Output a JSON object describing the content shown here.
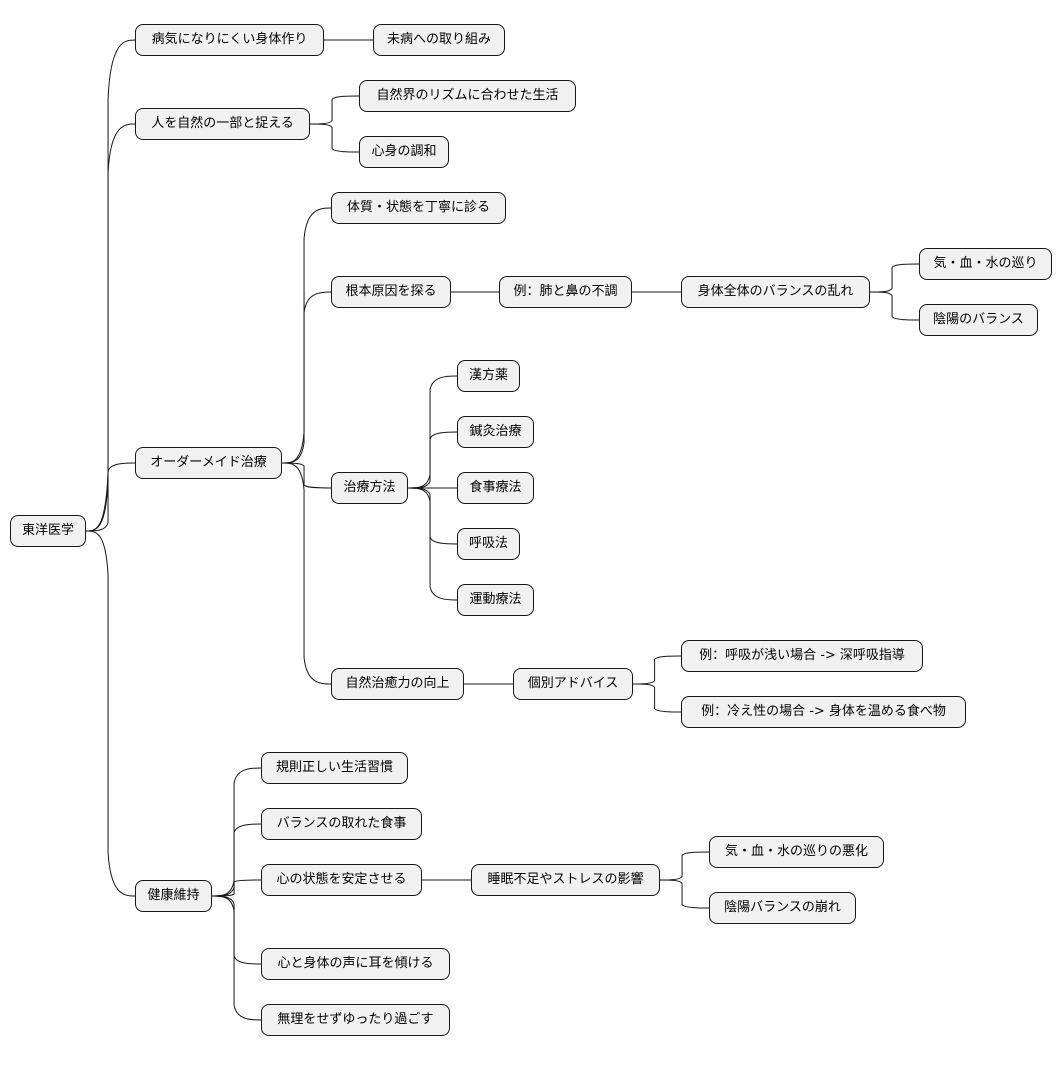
{
  "mindmap": {
    "root": "東洋医学",
    "n1": "病気になりにくい身体作り",
    "n1a": "未病への取り組み",
    "n2": "人を自然の一部と捉える",
    "n2a": "自然界のリズムに合わせた生活",
    "n2b": "心身の調和",
    "n3": "オーダーメイド治療",
    "n3a": "体質・状態を丁寧に診る",
    "n3b": "根本原因を探る",
    "n3b1": "例：肺と鼻の不調",
    "n3b2": "身体全体のバランスの乱れ",
    "n3b3a": "気・血・水の巡り",
    "n3b3b": "陰陽のバランス",
    "n3c": "治療方法",
    "n3c1": "漢方薬",
    "n3c2": "鍼灸治療",
    "n3c3": "食事療法",
    "n3c4": "呼吸法",
    "n3c5": "運動療法",
    "n3d": "自然治癒力の向上",
    "n3d1": "個別アドバイス",
    "n3d1a": "例：呼吸が浅い場合 -> 深呼吸指導",
    "n3d1b": "例：冷え性の場合 -> 身体を温める食べ物",
    "n4": "健康維持",
    "n4a": "規則正しい生活習慣",
    "n4b": "バランスの取れた食事",
    "n4c": "心の状態を安定させる",
    "n4c1": "睡眠不足やストレスの影響",
    "n4c1a": "気・血・水の巡りの悪化",
    "n4c1b": "陰陽バランスの崩れ",
    "n4d": "心と身体の声に耳を傾ける",
    "n4e": "無理をせずゆったり過ごす"
  }
}
